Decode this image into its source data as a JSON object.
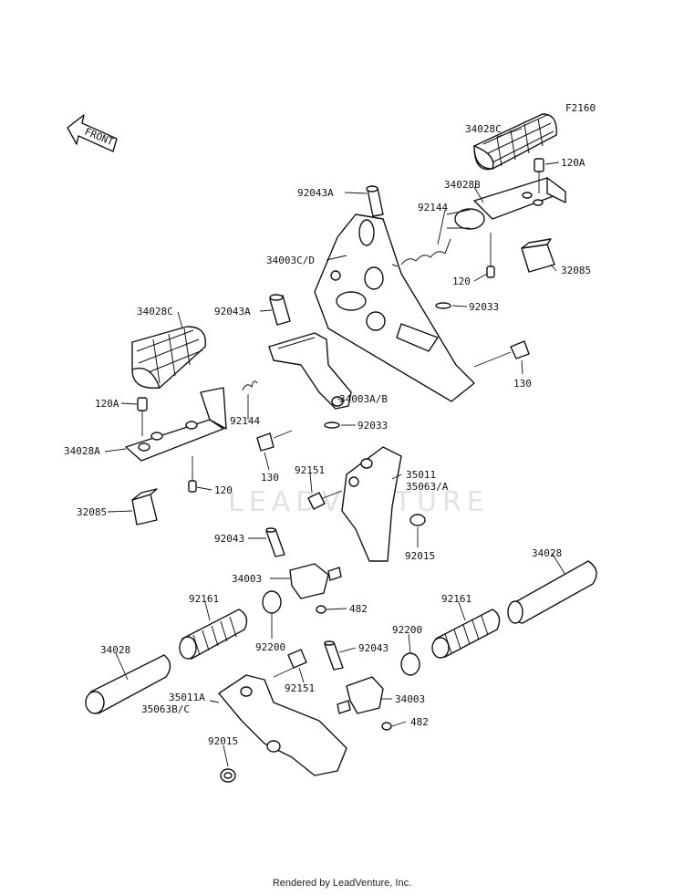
{
  "figure_code": "F2160",
  "front_label": "FRONT",
  "watermark": "LEADVENTURE",
  "footer": "Rendered by LeadVenture, Inc.",
  "parts": {
    "p34028C_r": "34028C",
    "p120A_r": "120A",
    "p34028B": "34028B",
    "p92043A_t": "92043A",
    "p92144_t": "92144",
    "p34003CD": "34003C/D",
    "p120_r": "120",
    "p32085_r": "32085",
    "p92033_t": "92033",
    "p92043A_m": "92043A",
    "p34028C_l": "34028C",
    "p130_r": "130",
    "p34003AB": "34003A/B",
    "p120A_l": "120A",
    "p92144_l": "92144",
    "p92033_m": "92033",
    "p34028A": "34028A",
    "p130_l": "130",
    "p92151_t": "92151",
    "p35011": "35011",
    "p35063A": "35063/A",
    "p120_l": "120",
    "p32085_l": "32085",
    "p92043_l": "92043",
    "p92015_r": "92015",
    "p34028_r": "34028",
    "p34003_l": "34003",
    "p92161_l": "92161",
    "p482_t": "482",
    "p92161_r": "92161",
    "p92200_r": "92200",
    "p34028_l": "34028",
    "p92200_l": "92200",
    "p92043_m": "92043",
    "p92151_b": "92151",
    "p35011A": "35011A",
    "p35063BC": "35063B/C",
    "p34003_r": "34003",
    "p482_b": "482",
    "p92015_l": "92015"
  }
}
